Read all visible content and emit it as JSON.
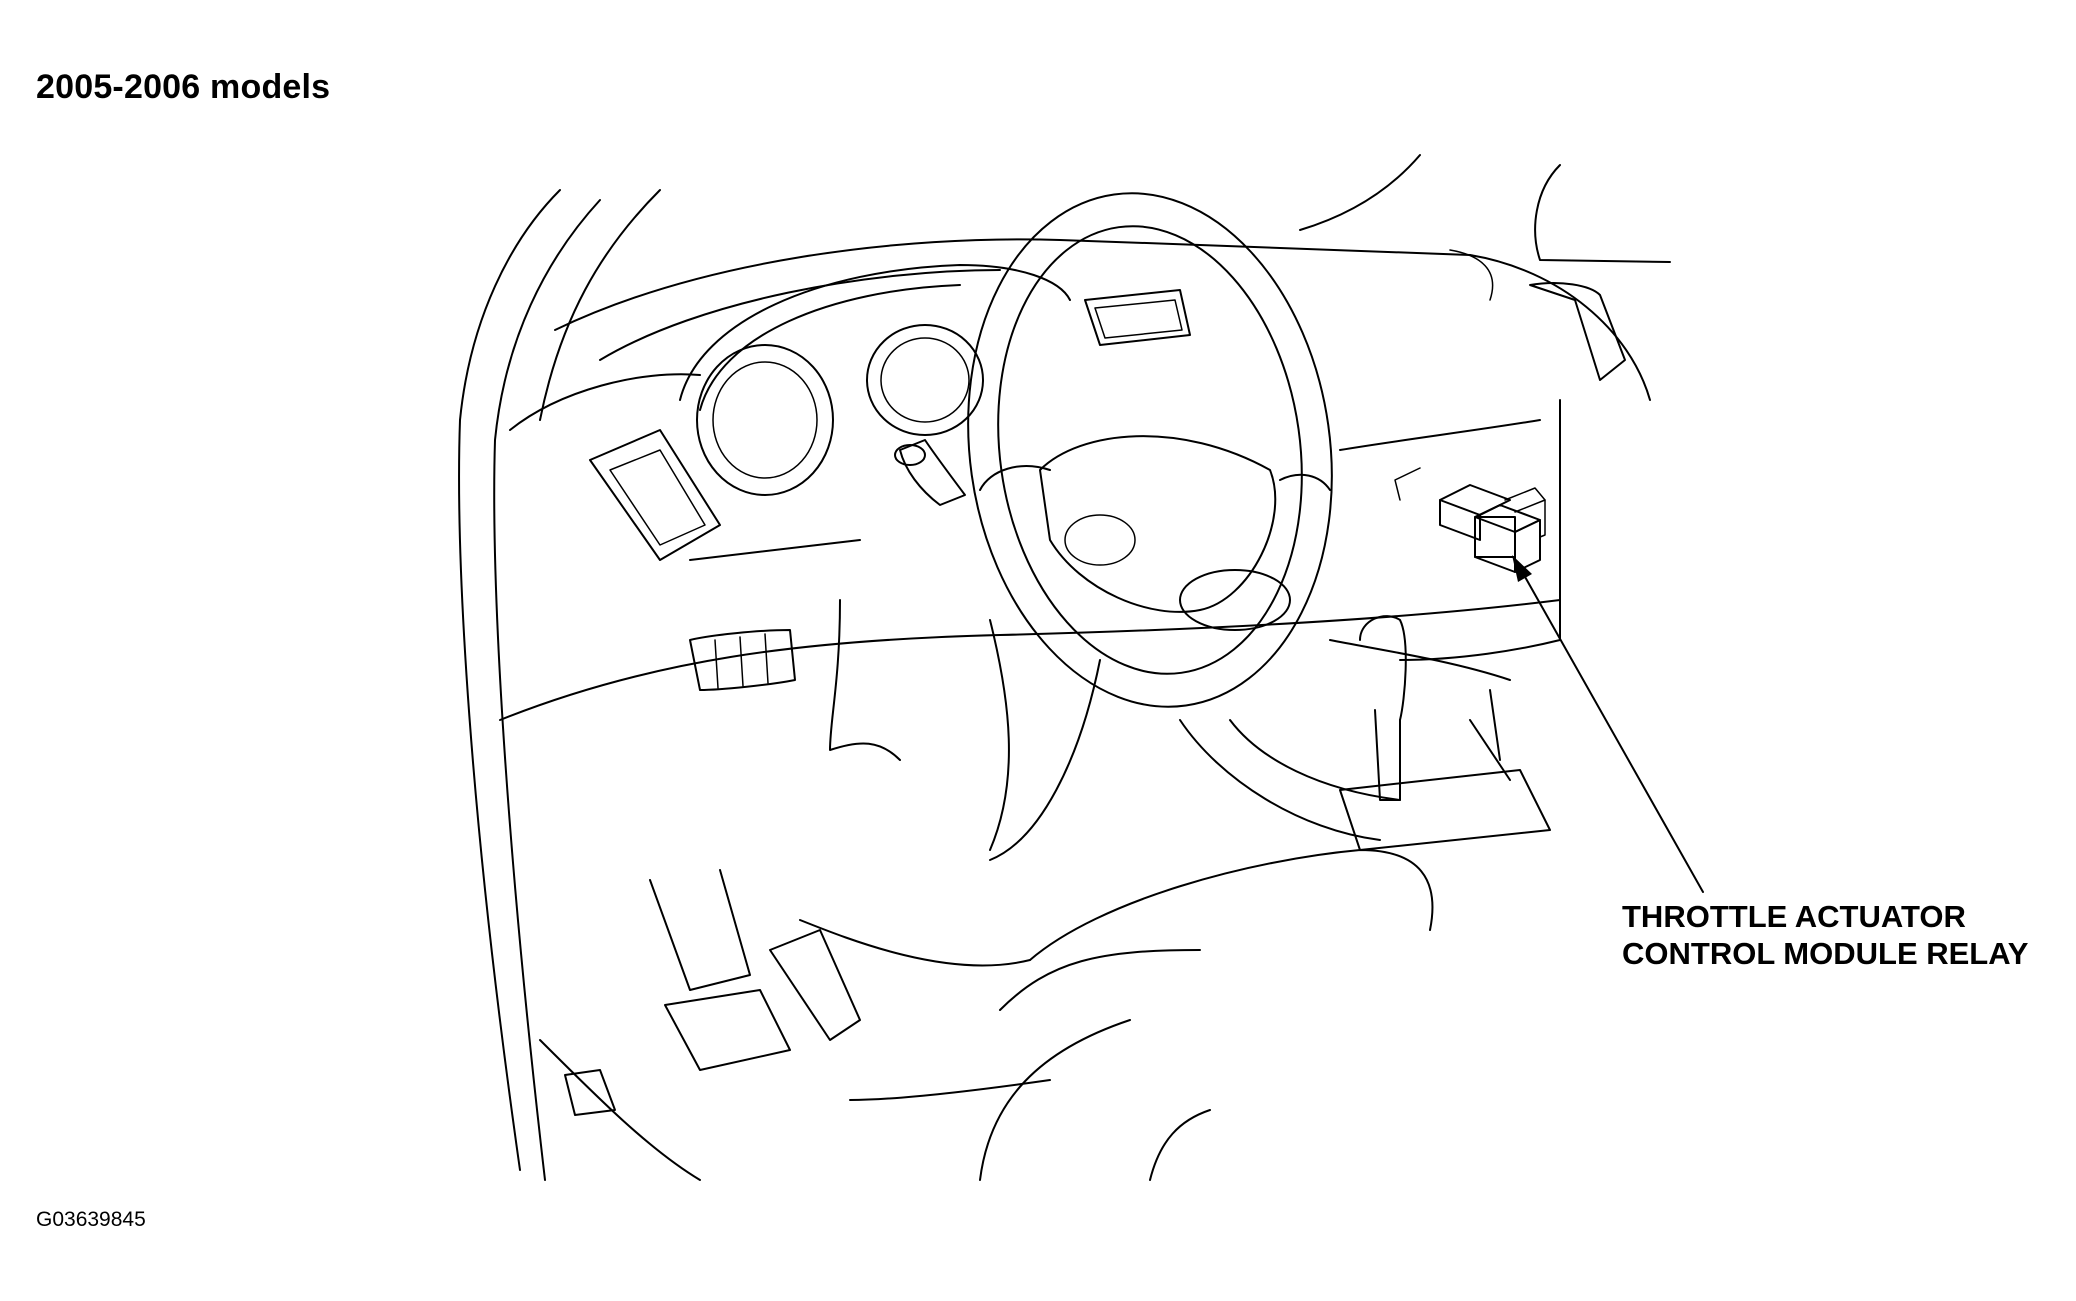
{
  "diagram": {
    "title": "2005-2006 models",
    "callout": {
      "line1": "THROTTLE ACTUATOR",
      "line2": "CONTROL MODULE RELAY"
    },
    "figure_id": "G03639845"
  },
  "colors": {
    "ink": "#000000",
    "background": "#ffffff"
  }
}
